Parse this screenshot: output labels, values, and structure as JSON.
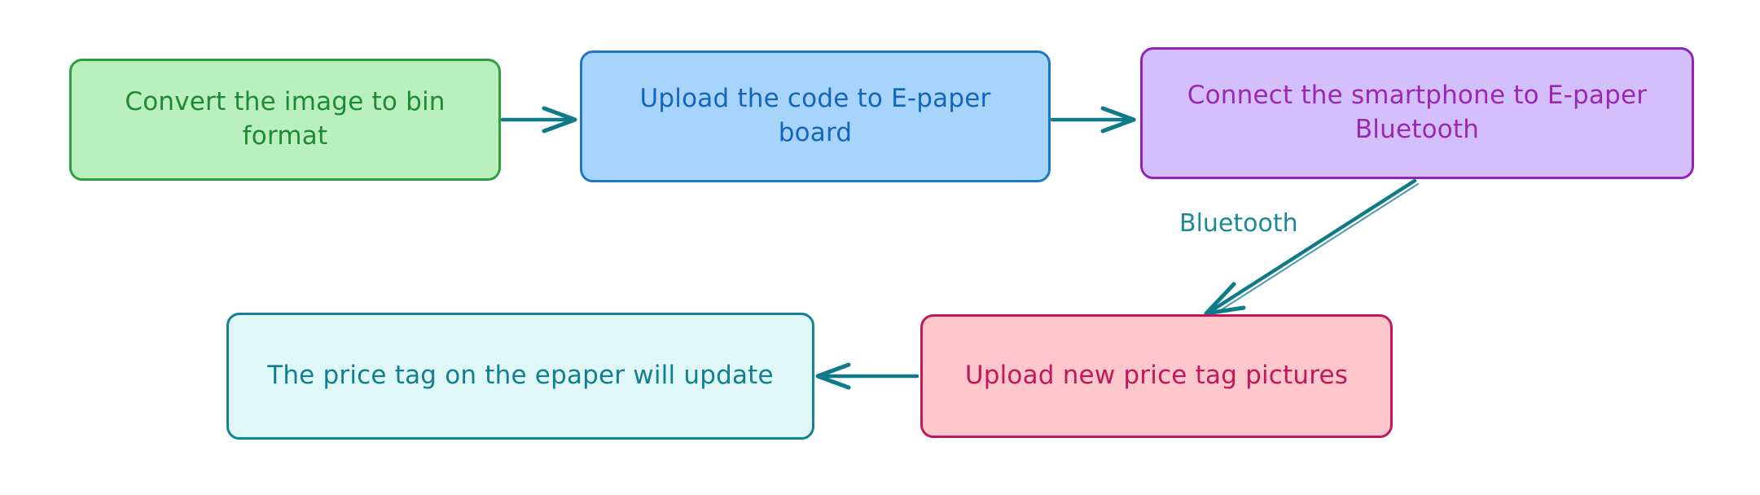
{
  "diagram": {
    "type": "flowchart",
    "direction": "left-to-right with wrap",
    "background": "#ffffff",
    "style": "hand-drawn",
    "nodes": [
      {
        "id": "convert",
        "label": "Convert the image to bin format",
        "fill": "#b9f0bd",
        "stroke": "#2f9e41",
        "text_color": "#1f8a36"
      },
      {
        "id": "upload-code",
        "label": "Upload the code to E-paper board",
        "fill": "#a6d4fb",
        "stroke": "#1f76c4",
        "text_color": "#1565c0"
      },
      {
        "id": "connect-bt",
        "label": "Connect the smartphone to E-paper\nBluetooth",
        "fill": "#d3bffc",
        "stroke": "#9323b8",
        "text_color": "#9c27b0"
      },
      {
        "id": "upload-pics",
        "label": "Upload new price tag pictures",
        "fill": "#fdc7cc",
        "stroke": "#c2185b",
        "text_color": "#c2185b"
      },
      {
        "id": "price-update",
        "label": "The price tag on the epaper will update",
        "fill": "#e0f7f7",
        "stroke": "#118392",
        "text_color": "#10808f"
      }
    ],
    "edges": [
      {
        "from": "convert",
        "to": "upload-code",
        "label": "",
        "color": "#0f7b8a"
      },
      {
        "from": "upload-code",
        "to": "connect-bt",
        "label": "",
        "color": "#0f7b8a"
      },
      {
        "from": "connect-bt",
        "to": "upload-pics",
        "label": "Bluetooth",
        "color": "#0f7b8a"
      },
      {
        "from": "upload-pics",
        "to": "price-update",
        "label": "",
        "color": "#0f7b8a"
      }
    ],
    "edge_label_color": "#1a8a99"
  }
}
